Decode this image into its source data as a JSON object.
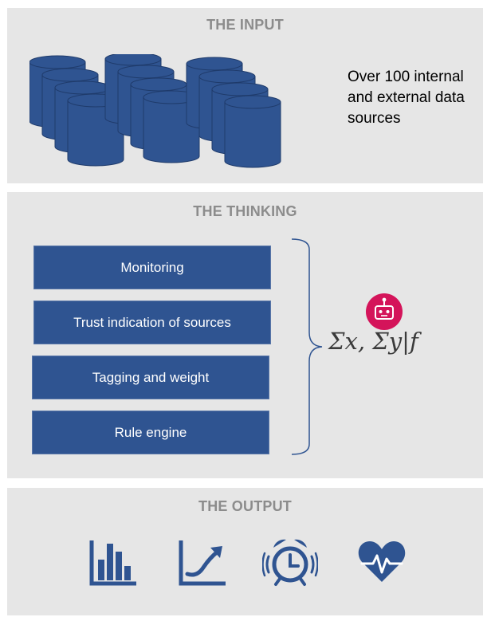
{
  "input": {
    "title": "THE INPUT",
    "description": "Over 100 internal and external data sources",
    "db_icon": "database-cylinder-icon",
    "db_color": "#2f5491"
  },
  "thinking": {
    "title": "THE THINKING",
    "steps": [
      {
        "label": "Monitoring"
      },
      {
        "label": "Trust indication of sources"
      },
      {
        "label": "Tagging and weight"
      },
      {
        "label": "Rule engine"
      }
    ],
    "step_color": "#2f5491",
    "bracket_icon": "curly-brace-icon",
    "robot_icon": "robot-icon",
    "robot_color": "#d4145a",
    "formula": "Σx, Σy|f"
  },
  "output": {
    "title": "THE OUTPUT",
    "icons": [
      {
        "name": "bar-chart-icon"
      },
      {
        "name": "line-chart-icon"
      },
      {
        "name": "alarm-clock-icon"
      },
      {
        "name": "heart-pulse-icon"
      }
    ],
    "icon_color": "#2f5491"
  },
  "colors": {
    "panel_bg": "#e6e6e6",
    "title_gray": "#8c8c8c"
  }
}
